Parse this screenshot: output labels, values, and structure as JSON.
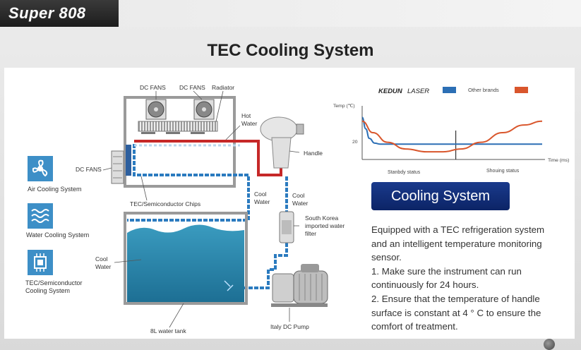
{
  "header": {
    "brand": "Super 808"
  },
  "page": {
    "title": "TEC Cooling System"
  },
  "diagram": {
    "labels": {
      "dc_fans_1": "DC FANS",
      "dc_fans_2": "DC FANS",
      "radiator": "Radiator",
      "hot_water_1": "Hot",
      "hot_water_2": "Water",
      "handle": "Handle",
      "dc_fans_side": "DC FANS",
      "tec_chips": "TEC/Semiconductor Chips",
      "cool_water_a1": "Cool",
      "cool_water_a2": "Water",
      "cool_water_b1": "Cool",
      "cool_water_b2": "Water",
      "filter_1": "South Korea",
      "filter_2": "imported water",
      "filter_3": "filter",
      "tank_cool_1": "Cool",
      "tank_cool_2": "Water",
      "tank": "8L water tank",
      "pump": "Italy DC Pump"
    },
    "legend_icons": [
      {
        "icon": "fan-icon",
        "label": "Air Cooling System"
      },
      {
        "icon": "water-waves-icon",
        "label": "Water Cooling System"
      },
      {
        "icon": "chip-icon",
        "label": "TEC/Semiconductor",
        "label2": "Cooling System"
      }
    ]
  },
  "chart_data": {
    "type": "line",
    "title": "",
    "legend": {
      "brand": "KEDUN",
      "brand_suffix": "LASER",
      "other": "Other brands"
    },
    "ylabel": "Temp (℃)",
    "xlabel": "Time (ms)",
    "y_tick": "20",
    "x_regions": [
      "Stanbdy status",
      "Shouing status"
    ],
    "series": [
      {
        "name": "KEDUN LASER",
        "color": "#2c6fb5",
        "x": [
          0,
          0.02,
          0.04,
          0.07,
          0.1,
          0.15,
          0.3,
          0.6,
          1.0
        ],
        "y": [
          34,
          28,
          23,
          20.5,
          20,
          20,
          20,
          20,
          20
        ]
      },
      {
        "name": "Other brands",
        "color": "#d9562c",
        "x": [
          0,
          0.06,
          0.14,
          0.24,
          0.36,
          0.45,
          0.55,
          0.66,
          0.78,
          0.9,
          1.0
        ],
        "y": [
          32,
          26,
          21,
          17.5,
          16,
          16,
          17.5,
          21,
          26,
          30,
          32
        ]
      }
    ],
    "divider_x": 0.52,
    "xlim": [
      0,
      1
    ],
    "ylim": [
      12,
      40
    ],
    "colors": {
      "kedun": "#2c6fb5",
      "other": "#d9562c"
    }
  },
  "info": {
    "banner": "Cooling System",
    "lines": [
      "Equipped with a TEC refrigeration system",
      "and an intelligent temperature monitoring",
      "sensor.",
      "1. Make sure the instrument can run",
      "continuously for 24 hours.",
      "2. Ensure that the temperature of handle",
      "surface is constant at 4 ° C to ensure the",
      "comfort of treatment."
    ]
  }
}
